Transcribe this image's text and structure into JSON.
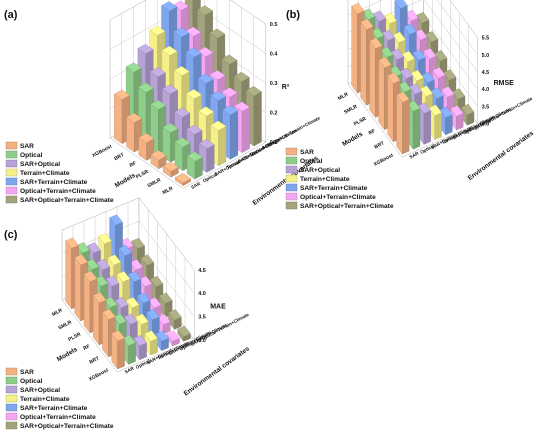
{
  "panels": [
    {
      "id": "a",
      "label": "(a)",
      "ylabel": "R²",
      "xlabel": "Models",
      "zlabel": "Environmental covariates",
      "ylim": [
        0.1,
        0.5
      ],
      "yticks": [
        "0.1",
        "0.2",
        "0.3",
        "0.4",
        "0.5"
      ],
      "models": [
        "XGBoost",
        "BRT",
        "RF",
        "PLSR",
        "SMLR",
        "MLR"
      ],
      "covariates": [
        "SAR",
        "Optical",
        "SAR+Optical",
        "Terrain+Climate",
        "SAR+Terrain+Climate",
        "Optical+Terrain+Climate",
        "SAR+Optical+Terrain+Climate"
      ]
    },
    {
      "id": "b",
      "label": "(b)",
      "ylabel": "RMSE",
      "xlabel": "Models",
      "zlabel": "Environmental covariates",
      "ylim": [
        3.0,
        5.5
      ],
      "yticks": [
        "3.0",
        "3.5",
        "4.0",
        "4.5",
        "5.0",
        "5.5"
      ],
      "models": [
        "MLR",
        "SMLR",
        "PLSR",
        "RF",
        "BRT",
        "XGBoost"
      ],
      "covariates": [
        "SAR",
        "Optical",
        "SAR+Optical",
        "Terrain+Climate",
        "SAR+Terrain+Climate",
        "Optical+Terrain+Climate",
        "SAR+Optical+Terrain+Climate"
      ]
    },
    {
      "id": "c",
      "label": "(c)",
      "ylabel": "MAE",
      "xlabel": "Models",
      "zlabel": "Environmental covariates",
      "ylim": [
        3.0,
        4.5
      ],
      "yticks": [
        "3.0",
        "3.5",
        "4.0",
        "4.5"
      ],
      "models": [
        "MLR",
        "SMLR",
        "PLSR",
        "RF",
        "BRT",
        "XGBoost"
      ],
      "covariates": [
        "SAR",
        "Optical",
        "SAR+Optical",
        "Terrain+Climate",
        "SAR+Terrain+Climate",
        "Optical+Terrain+Climate",
        "SAR+Optical+Terrain+Climate"
      ]
    }
  ],
  "legend": [
    {
      "name": "SAR",
      "color": "#f4b183"
    },
    {
      "name": "Optical",
      "color": "#8fce8a"
    },
    {
      "name": "SAR+Optical",
      "color": "#b7a3d6"
    },
    {
      "name": "Terrain+Climate",
      "color": "#f5f08a"
    },
    {
      "name": "SAR+Terrain+Climate",
      "color": "#7fa6ee"
    },
    {
      "name": "Optical+Terrain+Climate",
      "color": "#f4a7f0"
    },
    {
      "name": "SAR+Optical+Terrain+Climate",
      "color": "#a3a37c"
    }
  ],
  "chart_data": [
    {
      "type": "bar3d",
      "title": "",
      "ylabel": "R²",
      "xlabel": "Models",
      "zlabel": "Environmental covariates",
      "ylim": [
        0.1,
        0.5
      ],
      "categories": [
        "XGBoost",
        "BRT",
        "RF",
        "PLSR",
        "SMLR",
        "MLR"
      ],
      "series": [
        {
          "name": "SAR",
          "values": [
            0.25,
            0.2,
            0.16,
            0.13,
            0.12,
            0.11
          ]
        },
        {
          "name": "Optical",
          "values": [
            0.32,
            0.28,
            0.25,
            0.2,
            0.18,
            0.16
          ]
        },
        {
          "name": "SAR+Optical",
          "values": [
            0.36,
            0.31,
            0.28,
            0.23,
            0.2,
            0.18
          ]
        },
        {
          "name": "Terrain+Climate",
          "values": [
            0.4,
            0.36,
            0.32,
            0.27,
            0.24,
            0.22
          ]
        },
        {
          "name": "SAR+Terrain+Climate",
          "values": [
            0.46,
            0.4,
            0.36,
            0.3,
            0.27,
            0.25
          ]
        },
        {
          "name": "Optical+Terrain+Climate",
          "values": [
            0.44,
            0.38,
            0.34,
            0.29,
            0.26,
            0.24
          ]
        },
        {
          "name": "SAR+Optical+Terrain+Climate",
          "values": [
            0.5,
            0.43,
            0.38,
            0.32,
            0.29,
            0.27
          ]
        }
      ]
    },
    {
      "type": "bar3d",
      "title": "",
      "ylabel": "RMSE",
      "xlabel": "Models",
      "zlabel": "Environmental covariates",
      "ylim": [
        3.0,
        5.5
      ],
      "categories": [
        "MLR",
        "SMLR",
        "PLSR",
        "RF",
        "BRT",
        "XGBoost"
      ],
      "series": [
        {
          "name": "SAR",
          "values": [
            5.3,
            5.2,
            5.0,
            4.8,
            4.7,
            4.5
          ]
        },
        {
          "name": "Optical",
          "values": [
            5.0,
            4.8,
            4.6,
            4.4,
            4.3,
            4.1
          ]
        },
        {
          "name": "SAR+Optical",
          "values": [
            4.8,
            4.6,
            4.4,
            4.2,
            4.1,
            3.9
          ]
        },
        {
          "name": "Terrain+Climate",
          "values": [
            4.6,
            4.4,
            4.2,
            4.0,
            3.9,
            3.7
          ]
        },
        {
          "name": "SAR+Terrain+Climate",
          "values": [
            4.9,
            4.5,
            4.1,
            3.8,
            3.7,
            3.5
          ]
        },
        {
          "name": "Optical+Terrain+Climate",
          "values": [
            4.4,
            4.2,
            4.0,
            3.8,
            3.6,
            3.4
          ]
        },
        {
          "name": "SAR+Optical+Terrain+Climate",
          "values": [
            4.2,
            4.0,
            3.8,
            3.6,
            3.4,
            3.3
          ]
        }
      ]
    },
    {
      "type": "bar3d",
      "title": "",
      "ylabel": "MAE",
      "xlabel": "Models",
      "zlabel": "Environmental covariates",
      "ylim": [
        3.0,
        4.5
      ],
      "categories": [
        "MLR",
        "SMLR",
        "PLSR",
        "RF",
        "BRT",
        "XGBoost"
      ],
      "series": [
        {
          "name": "SAR",
          "values": [
            4.3,
            4.2,
            4.1,
            3.9,
            3.8,
            3.6
          ]
        },
        {
          "name": "Optical",
          "values": [
            4.1,
            4.0,
            3.9,
            3.7,
            3.6,
            3.4
          ]
        },
        {
          "name": "SAR+Optical",
          "values": [
            4.0,
            3.9,
            3.8,
            3.6,
            3.5,
            3.3
          ]
        },
        {
          "name": "Terrain+Climate",
          "values": [
            4.1,
            3.9,
            3.8,
            3.5,
            3.4,
            3.3
          ]
        },
        {
          "name": "SAR+Terrain+Climate",
          "values": [
            4.4,
            4.0,
            3.7,
            3.5,
            3.4,
            3.2
          ]
        },
        {
          "name": "Optical+Terrain+Climate",
          "values": [
            3.8,
            3.6,
            3.5,
            3.3,
            3.2,
            3.1
          ]
        },
        {
          "name": "SAR+Optical+Terrain+Climate",
          "values": [
            3.7,
            3.6,
            3.4,
            3.3,
            3.2,
            3.1
          ]
        }
      ]
    }
  ]
}
